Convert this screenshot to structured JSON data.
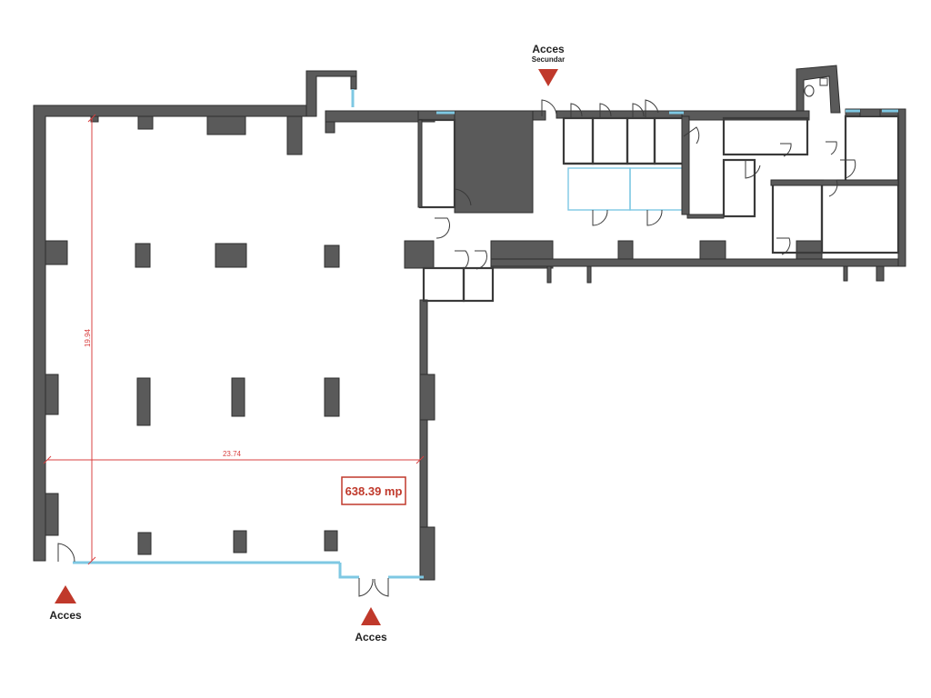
{
  "plan": {
    "dimension_vertical": "19.94",
    "dimension_horizontal": "23.74",
    "area": "638.39 mp",
    "entrances": {
      "left": "Acces",
      "bottom": "Acces",
      "top": "Acces",
      "top_sub": "Secundar"
    },
    "colors": {
      "wall": "#5a5a5a",
      "glass": "#7ec8e3",
      "annotation": "#c0392b"
    }
  }
}
